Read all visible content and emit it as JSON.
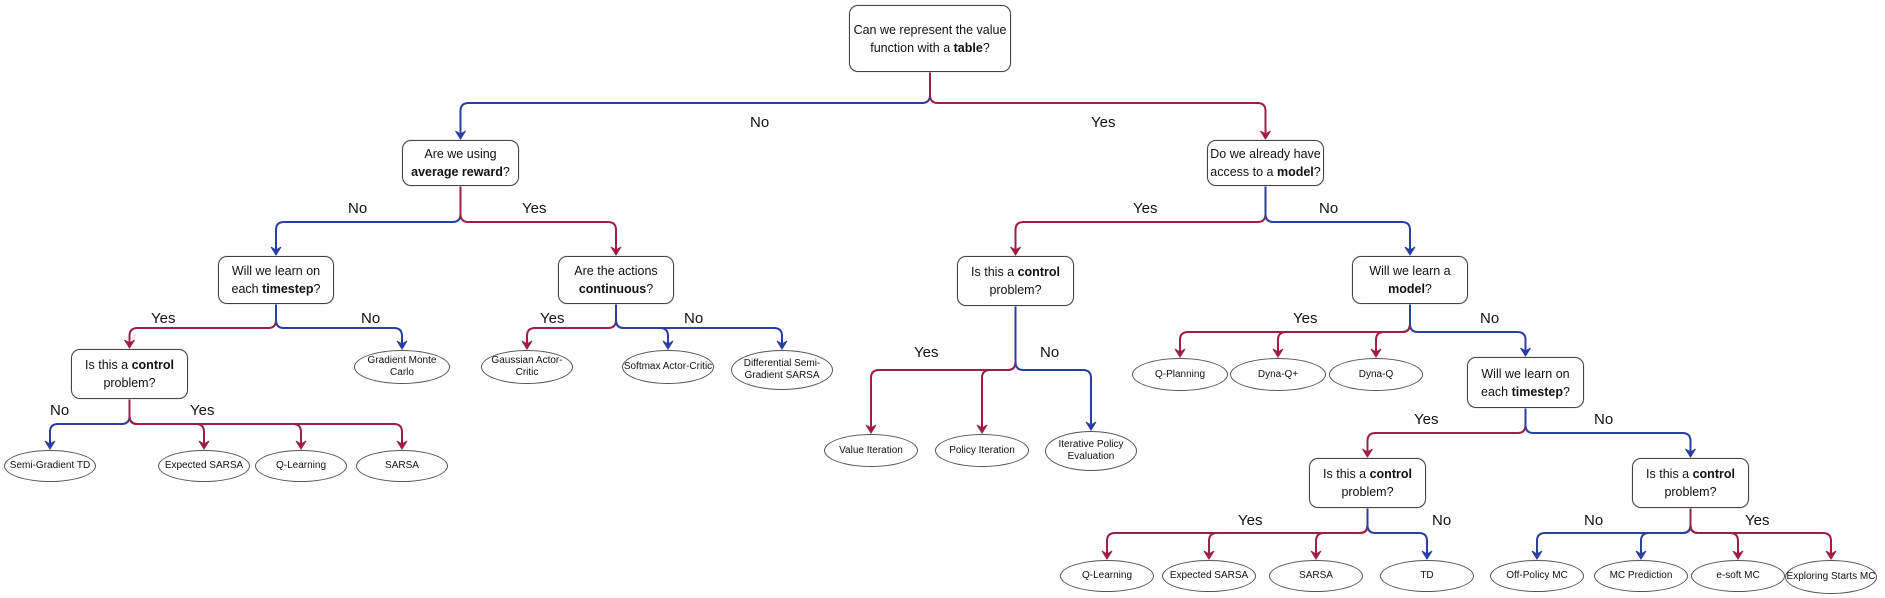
{
  "colors": {
    "no_branch": "#2a3fa0",
    "yes_branch": "#9e1f44",
    "node_border": "#444444"
  },
  "questions": {
    "q_table": {
      "pre": "Can we represent the value function with a ",
      "bold": "table",
      "post": "?"
    },
    "q_avg": {
      "pre": "Are we using ",
      "bold": "average reward",
      "post": "?"
    },
    "q_model": {
      "pre": "Do we already have access to a ",
      "bold": "model",
      "post": "?"
    },
    "q_step1": {
      "pre": "Will we learn on each ",
      "bold": "timestep",
      "post": "?"
    },
    "q_cont": {
      "pre": "Are the actions ",
      "bold": "continuous",
      "post": "?"
    },
    "q_ctrl1": {
      "pre": "Is this a ",
      "bold": "control",
      "post": " problem?"
    },
    "q_ctrl2": {
      "pre": "Is this a ",
      "bold": "control",
      "post": " problem?"
    },
    "q_learnm": {
      "pre": "Will we learn a ",
      "bold": "model",
      "post": "?"
    },
    "q_step2": {
      "pre": "Will we learn on each ",
      "bold": "timestep",
      "post": "?"
    },
    "q_ctrl3": {
      "pre": "Is this a ",
      "bold": "control",
      "post": " problem?"
    },
    "q_ctrl4": {
      "pre": "Is this a ",
      "bold": "control",
      "post": " problem?"
    }
  },
  "answers": {
    "a_gmc": "Gradient Monte Carlo",
    "a_gac": "Gaussian Actor-Critic",
    "a_sac": "Softmax Actor-Critic",
    "a_dsgs": "Differential Semi-Gradient SARSA",
    "a_sgtd": "Semi-Gradient TD",
    "a_esarsa1": "Expected SARSA",
    "a_ql1": "Q-Learning",
    "a_sarsa1": "SARSA",
    "a_vi": "Value Iteration",
    "a_pi": "Policy Iteration",
    "a_ipe": "Iterative Policy Evaluation",
    "a_qp": "Q-Planning",
    "a_dqp": "Dyna-Q+",
    "a_dq": "Dyna-Q",
    "a_ql2": "Q-Learning",
    "a_esarsa2": "Expected SARSA",
    "a_sarsa2": "SARSA",
    "a_td": "TD",
    "a_opmc": "Off-Policy MC",
    "a_mcp": "MC Prediction",
    "a_esmc": "e-soft MC",
    "a_exmc": "Exploring Starts MC"
  },
  "branch_labels": {
    "root_no": "No",
    "root_yes": "Yes",
    "avg_no": "No",
    "avg_yes": "Yes",
    "model_yes": "Yes",
    "model_no": "No",
    "step1_yes": "Yes",
    "step1_no": "No",
    "cont_yes": "Yes",
    "cont_no": "No",
    "ctrl1_no": "No",
    "ctrl1_yes": "Yes",
    "ctrl2_yes": "Yes",
    "ctrl2_no": "No",
    "learnm_yes": "Yes",
    "learnm_no": "No",
    "step2_yes": "Yes",
    "step2_no": "No",
    "ctrl3_yes": "Yes",
    "ctrl3_no": "No",
    "ctrl4_no": "No",
    "ctrl4_yes": "Yes"
  }
}
